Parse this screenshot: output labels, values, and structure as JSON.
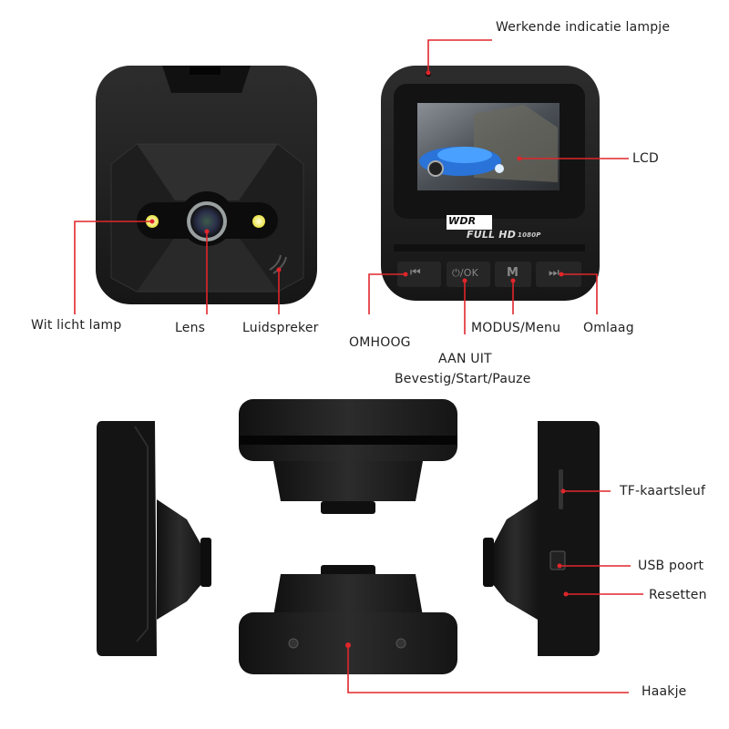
{
  "diagram": {
    "subject": "Dashcam",
    "accent_color": "#e0262b",
    "views": {
      "front": "front-view",
      "back": "back-view",
      "left_side": "left-side-view",
      "top": "top-view",
      "bottom": "bottom-view",
      "right_side": "right-side-view"
    },
    "screen_badges": {
      "wdr": "WDR",
      "full_hd": "FULL HD",
      "resolution": "1080P"
    },
    "buttons": {
      "prev": "⏮",
      "ok": "⏻/OK",
      "menu": "M",
      "next": "⏭"
    },
    "labels": {
      "indicator": "Werkende indicatie lampje",
      "lcd": "LCD",
      "white_light": "Wit licht lamp",
      "lens": "Lens",
      "speaker": "Luidspreker",
      "up": "OMHOOG",
      "power_line1": "AAN UIT",
      "power_line2": "Bevestig/Start/Pauze",
      "mode": "MODUS/Menu",
      "down": "Omlaag",
      "tf_slot": "TF-kaartsleuf",
      "usb": "USB poort",
      "reset": "Resetten",
      "hook": "Haakje"
    }
  }
}
